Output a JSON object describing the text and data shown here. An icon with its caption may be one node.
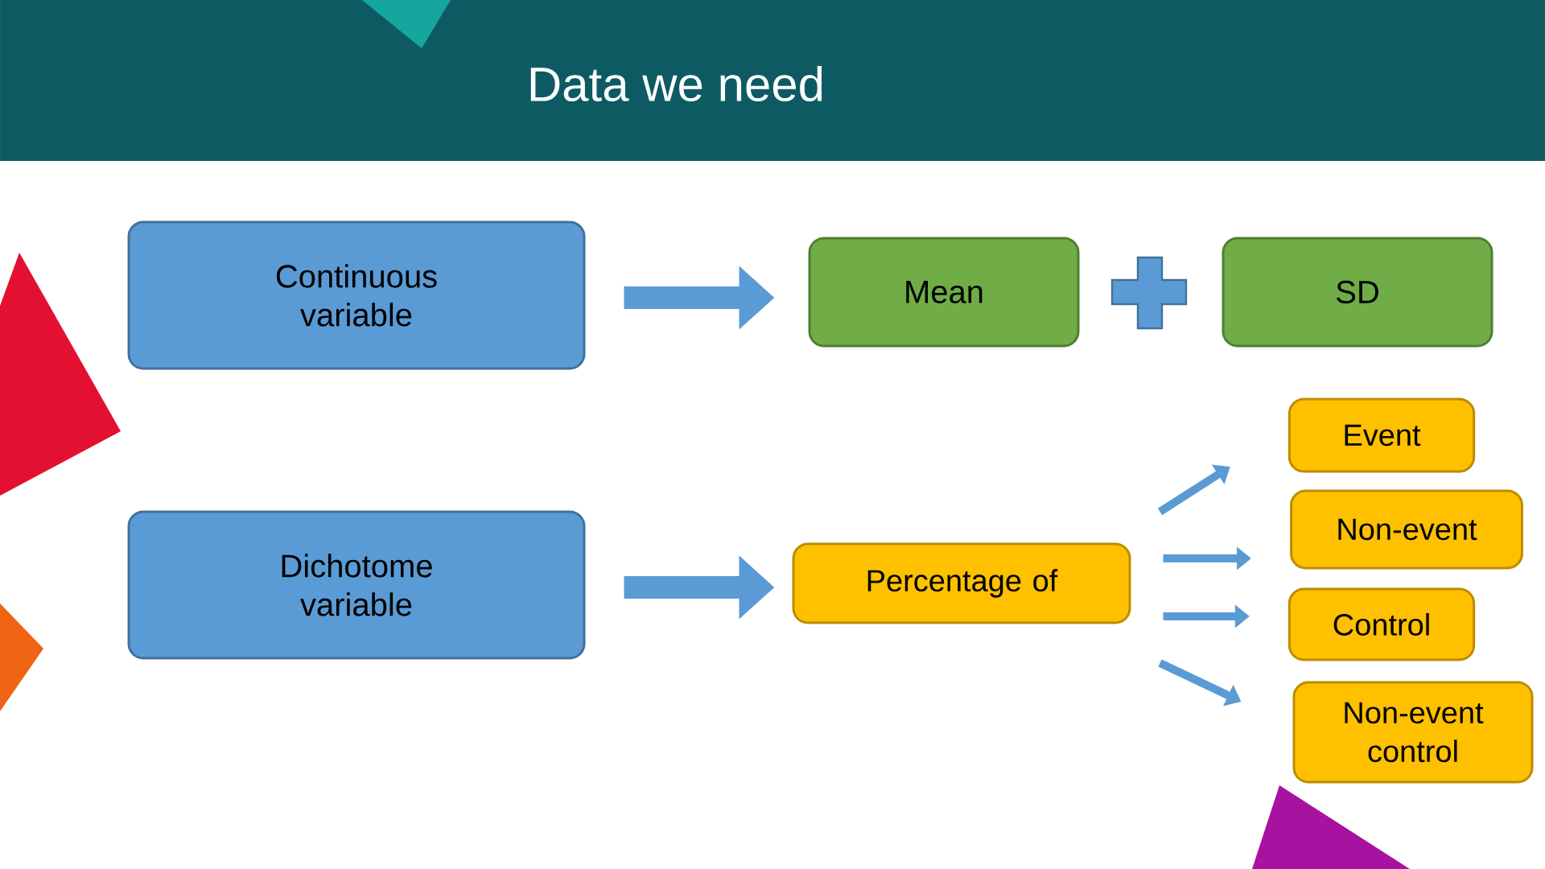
{
  "diagram": {
    "title": "Data we need",
    "nodes": [
      {
        "text": [
          "Continuous variable"
        ]
      },
      {
        "text": [
          "Mean"
        ]
      },
      {
        "text": [
          "SD"
        ]
      },
      {
        "text": [
          "Event"
        ]
      },
      {
        "text": [
          "Dichotome variable"
        ]
      },
      {
        "text": [
          "Percentage of"
        ]
      },
      {
        "text": [
          "Non-event"
        ]
      },
      {
        "text": [
          "Control"
        ]
      },
      {
        "text": [
          "Non-event control"
        ]
      }
    ],
    "edges": [
      {
        "from": 0,
        "to": 1,
        "arrow": "to",
        "style": "thick"
      },
      {
        "from": 4,
        "to": 5,
        "arrow": "to",
        "style": "thick"
      },
      {
        "from": 5,
        "to": 3,
        "arrow": "to"
      },
      {
        "from": 5,
        "to": 6,
        "arrow": "to"
      },
      {
        "from": 5,
        "to": 7,
        "arrow": "to"
      },
      {
        "from": 5,
        "to": 8,
        "arrow": "to"
      }
    ]
  }
}
